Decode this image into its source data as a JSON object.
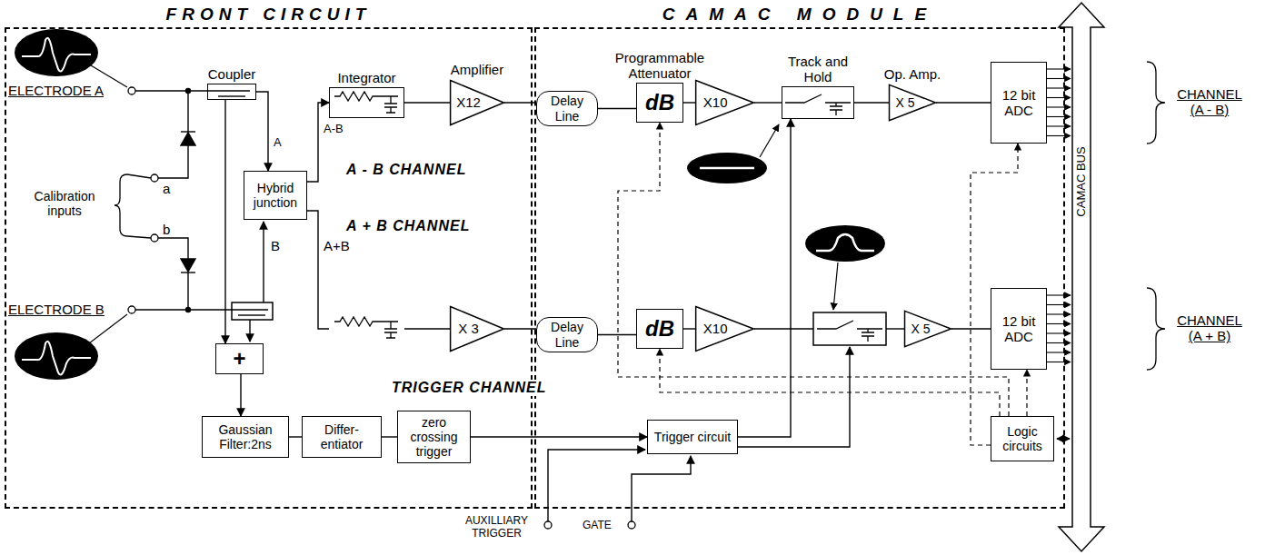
{
  "diagram": {
    "nodes": [
      {
        "text": [
          "FRONT CIRCUIT"
        ]
      },
      {
        "text": [
          "Coupler"
        ],
        "in": 0
      },
      {
        "text": [
          "Hybrid junction"
        ],
        "in": 0
      },
      {
        "text": [
          "Integrator"
        ],
        "in": 0
      },
      {
        "text": [
          "Amplifier",
          "X12"
        ],
        "in": 0
      },
      {
        "text": [
          "X 3"
        ],
        "in": 0
      },
      {
        "text": [
          "+"
        ],
        "in": 0
      },
      {
        "text": [
          "Gaussian Filter:2ns"
        ],
        "in": 0
      },
      {
        "text": [
          "Differ-entiator"
        ],
        "in": 0
      },
      {
        "text": [
          "zero crossing trigger"
        ],
        "in": 0
      },
      {
        "text": [
          "CAMAC MODULE"
        ]
      },
      {
        "text": [
          "Delay Line"
        ],
        "in": 10
      },
      {
        "text": [
          "Programmable Attenuator",
          "dB"
        ],
        "in": 10
      },
      {
        "text": [
          "X10"
        ],
        "in": 10
      },
      {
        "text": [
          "Track and Hold"
        ],
        "in": 10
      },
      {
        "text": [
          "Op. Amp.",
          "X 5"
        ],
        "in": 10
      },
      {
        "text": [
          "12 bit ADC"
        ],
        "in": 10
      },
      {
        "text": [
          "Delay Line"
        ],
        "in": 10
      },
      {
        "text": [
          "dB"
        ],
        "in": 10
      },
      {
        "text": [
          "X10"
        ],
        "in": 10
      },
      {
        "text": [
          "X 5"
        ],
        "in": 10
      },
      {
        "text": [
          "12 bit ADC"
        ],
        "in": 10
      },
      {
        "text": [
          "Trigger circuit"
        ],
        "in": 10
      },
      {
        "text": [
          "Logic circuits"
        ],
        "in": 10
      }
    ],
    "edges": [
      {
        "from": 1,
        "to": 2,
        "arrow": "to",
        "label": "A"
      },
      {
        "from": 2,
        "to": 3,
        "arrow": "to",
        "label": "A-B"
      },
      {
        "from": 3,
        "to": 4,
        "arrow": "none"
      },
      {
        "from": 4,
        "to": 11,
        "arrow": "none"
      },
      {
        "from": 11,
        "to": 12,
        "arrow": "none"
      },
      {
        "from": 12,
        "to": 13,
        "arrow": "none"
      },
      {
        "from": 13,
        "to": 14,
        "arrow": "none"
      },
      {
        "from": 14,
        "to": 15,
        "arrow": "none"
      },
      {
        "from": 15,
        "to": 16,
        "arrow": "none"
      },
      {
        "from": 5,
        "to": 17,
        "arrow": "none"
      },
      {
        "from": 17,
        "to": 18,
        "arrow": "none"
      },
      {
        "from": 18,
        "to": 19,
        "arrow": "none"
      },
      {
        "from": 20,
        "to": 21,
        "arrow": "none"
      },
      {
        "from": 1,
        "to": 6,
        "arrow": "to"
      },
      {
        "from": 6,
        "to": 7,
        "arrow": "to"
      },
      {
        "from": 7,
        "to": 8,
        "arrow": "none"
      },
      {
        "from": 8,
        "to": 9,
        "arrow": "none"
      },
      {
        "from": 9,
        "to": 22,
        "arrow": "to"
      },
      {
        "from": 22,
        "to": 14,
        "arrow": "to"
      },
      {
        "from": 23,
        "to": 12,
        "arrow": "to"
      },
      {
        "from": 23,
        "to": 18,
        "arrow": "to"
      },
      {
        "from": 23,
        "to": 16,
        "arrow": "to"
      },
      {
        "from": 23,
        "to": 21,
        "arrow": "to"
      }
    ],
    "labels": [
      "ELECTRODE A",
      "ELECTRODE B",
      "Calibration inputs",
      "a",
      "b",
      "B",
      "A+B",
      "A - B CHANNEL",
      "A + B CHANNEL",
      "TRIGGER CHANNEL",
      "AUXILLIARY TRIGGER",
      "GATE",
      "CAMAC BUS",
      "CHANNEL (A - B)",
      "CHANNEL (A + B)"
    ]
  }
}
